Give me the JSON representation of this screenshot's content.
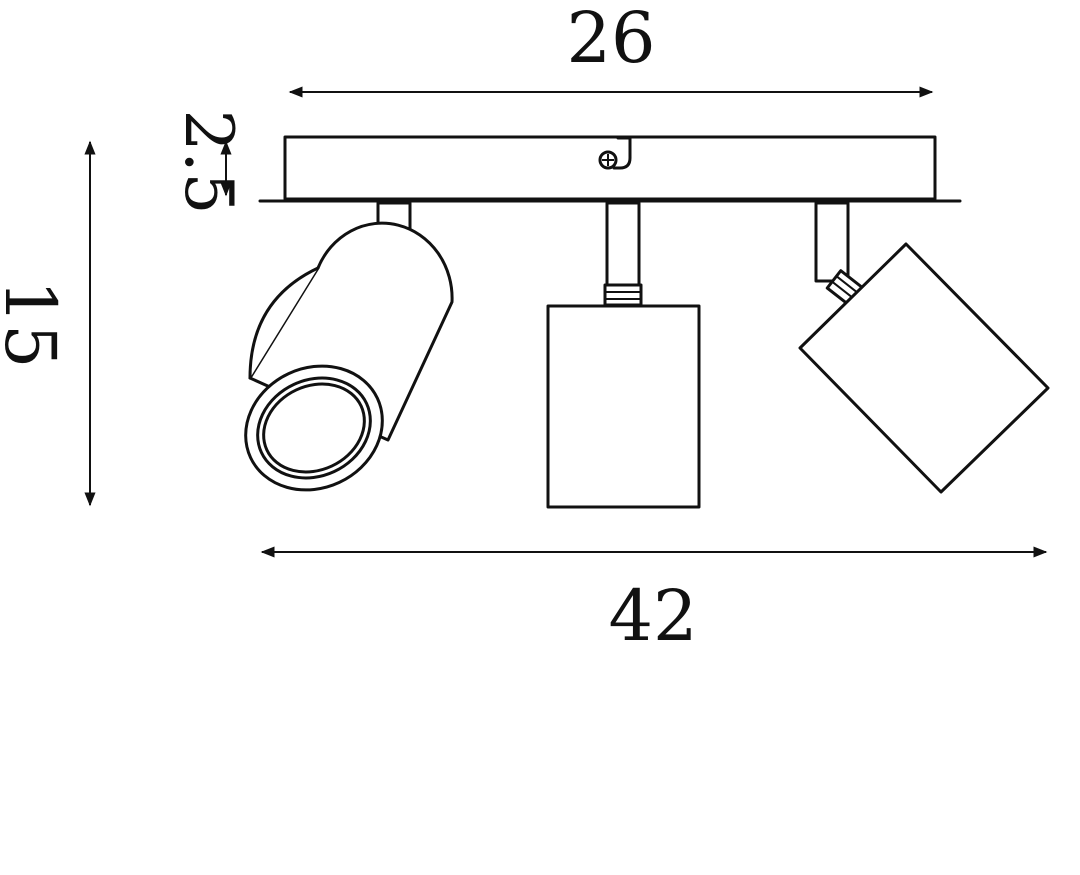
{
  "dimensions": {
    "top_width": "26",
    "plate_height": "2.5",
    "total_height": "15",
    "total_width": "42"
  },
  "colors": {
    "line": "#111111",
    "background": "#ffffff"
  }
}
